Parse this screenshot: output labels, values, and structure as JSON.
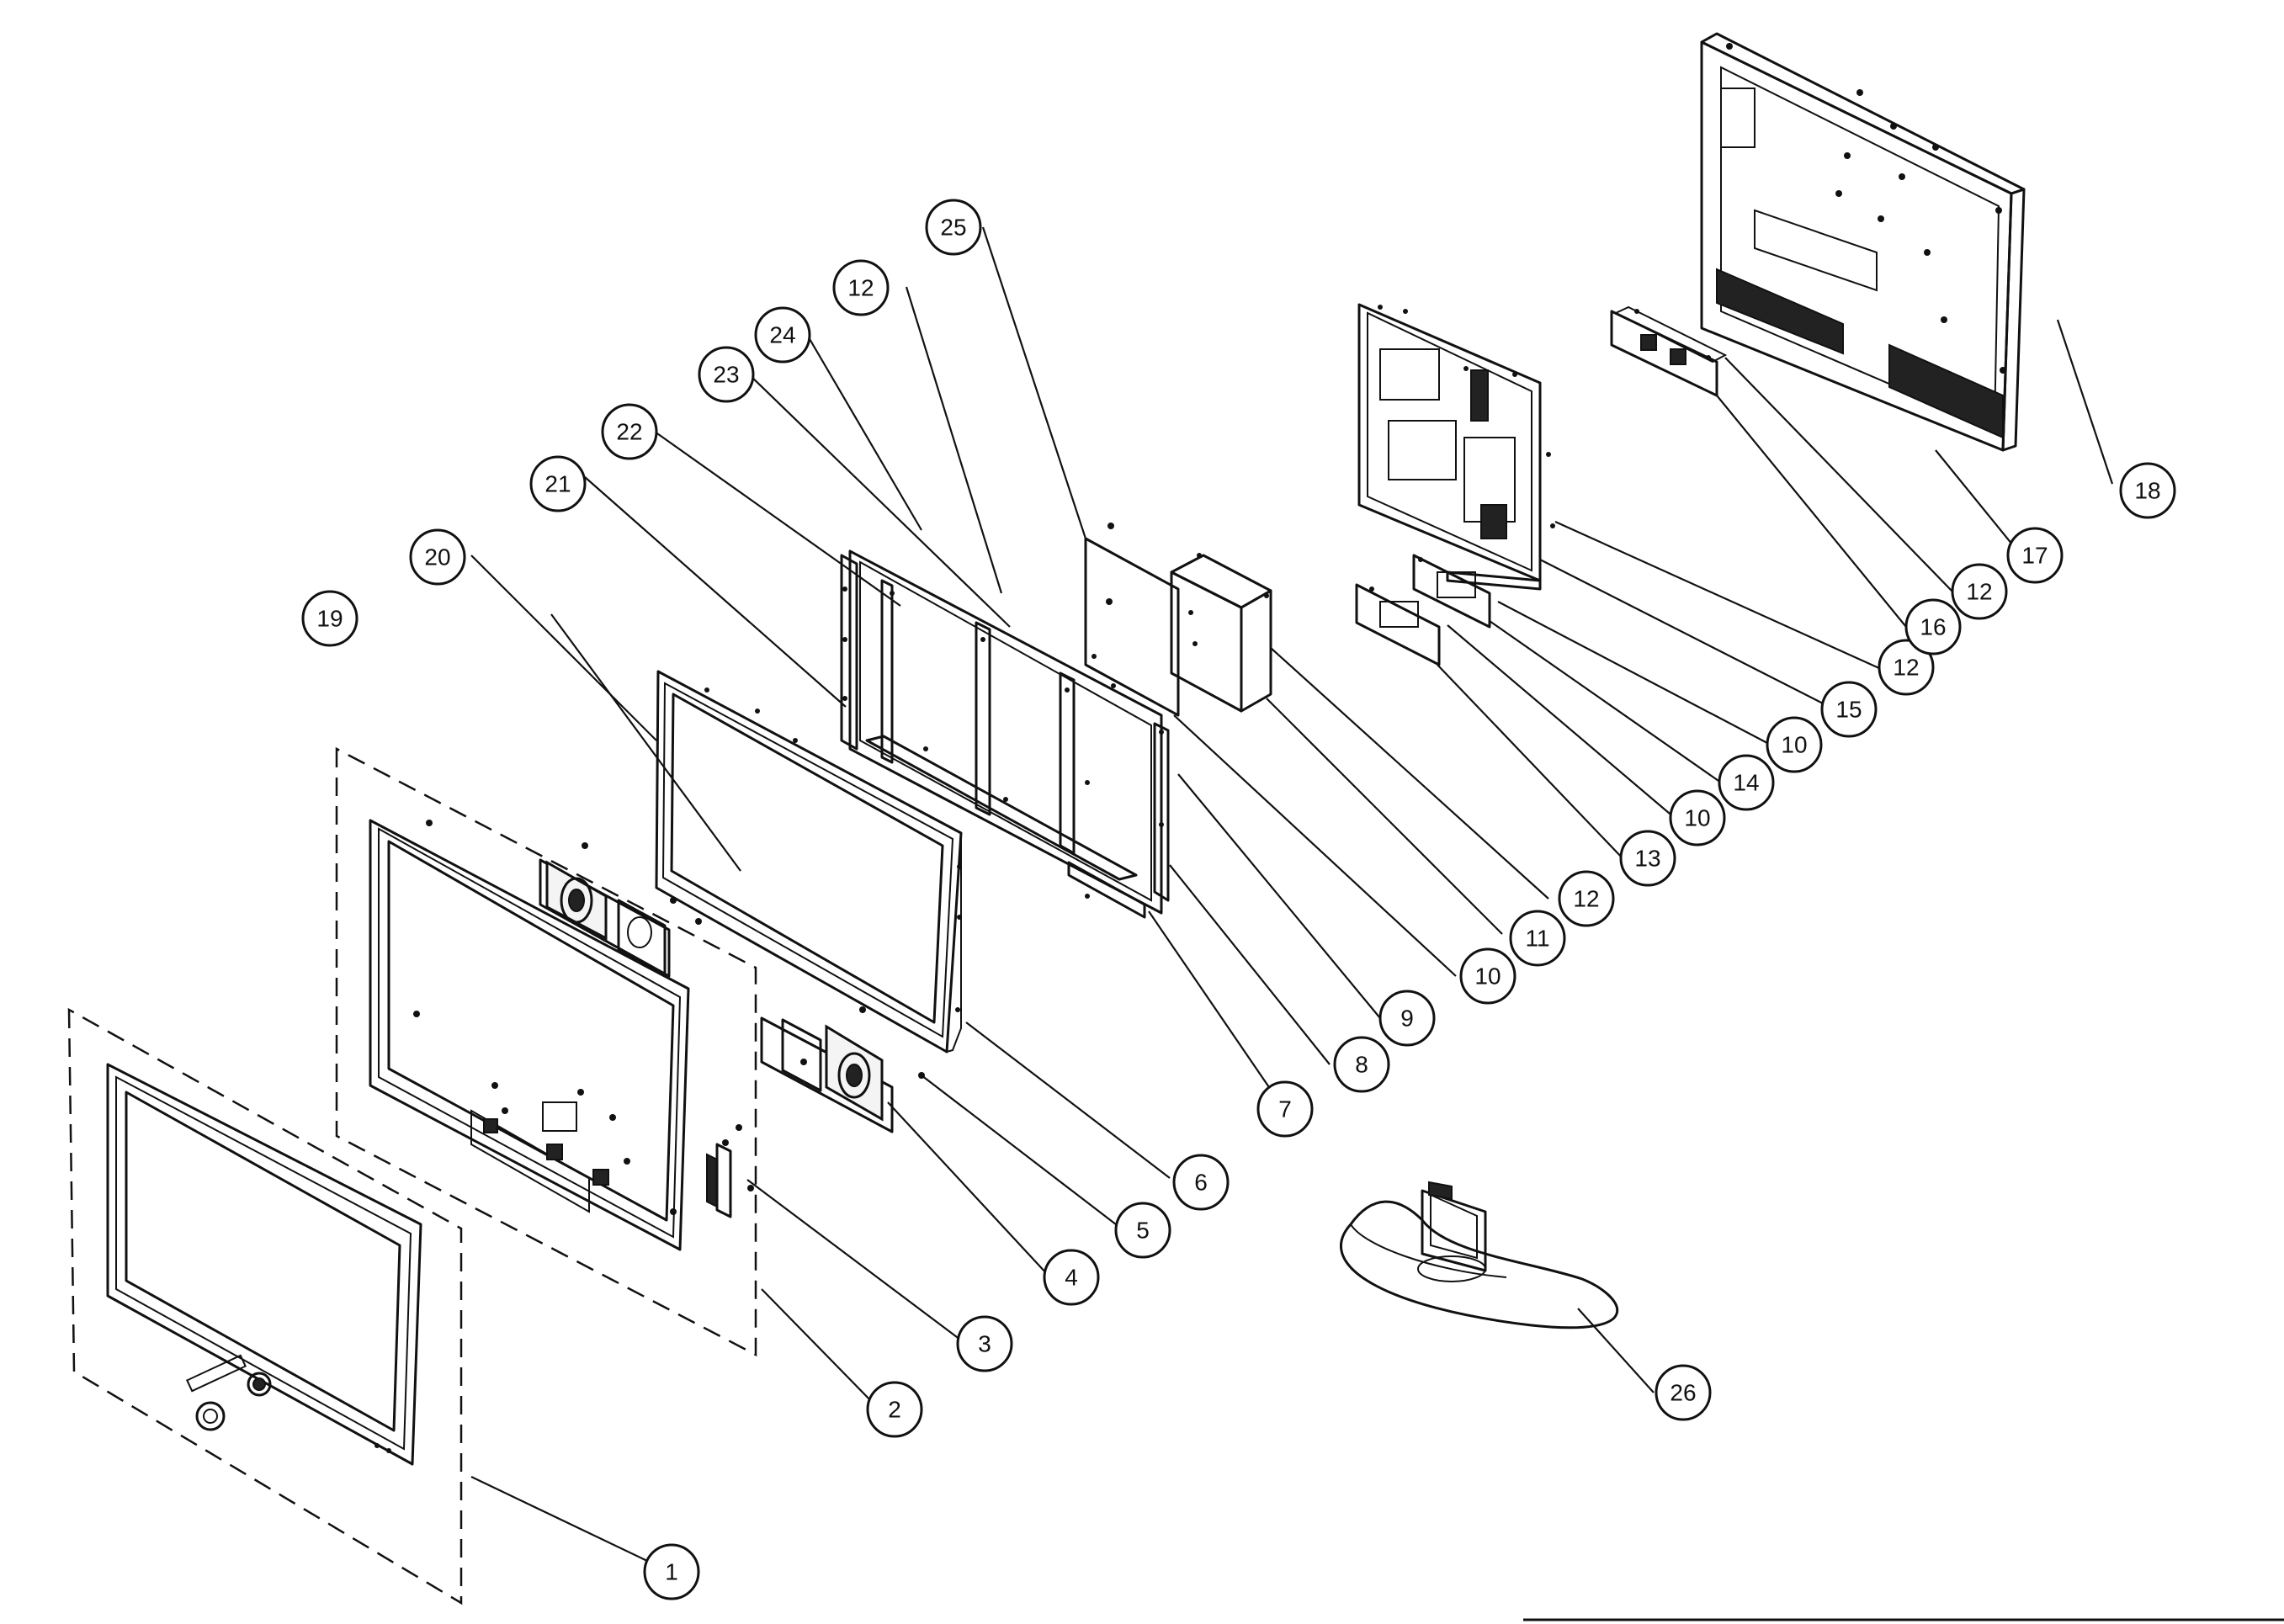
{
  "diagram": {
    "callouts": [
      {
        "id": "c1",
        "label": "1"
      },
      {
        "id": "c2",
        "label": "2"
      },
      {
        "id": "c3",
        "label": "3"
      },
      {
        "id": "c4",
        "label": "4"
      },
      {
        "id": "c5",
        "label": "5"
      },
      {
        "id": "c6",
        "label": "6"
      },
      {
        "id": "c7",
        "label": "7"
      },
      {
        "id": "c8",
        "label": "8"
      },
      {
        "id": "c9",
        "label": "9"
      },
      {
        "id": "c10a",
        "label": "10"
      },
      {
        "id": "c11",
        "label": "11"
      },
      {
        "id": "c12a",
        "label": "12"
      },
      {
        "id": "c13",
        "label": "13"
      },
      {
        "id": "c10b",
        "label": "10"
      },
      {
        "id": "c14",
        "label": "14"
      },
      {
        "id": "c10c",
        "label": "10"
      },
      {
        "id": "c15",
        "label": "15"
      },
      {
        "id": "c12b",
        "label": "12"
      },
      {
        "id": "c16",
        "label": "16"
      },
      {
        "id": "c12c",
        "label": "12"
      },
      {
        "id": "c17",
        "label": "17"
      },
      {
        "id": "c18",
        "label": "18"
      },
      {
        "id": "c19",
        "label": "19"
      },
      {
        "id": "c20",
        "label": "20"
      },
      {
        "id": "c21",
        "label": "21"
      },
      {
        "id": "c22",
        "label": "22"
      },
      {
        "id": "c23",
        "label": "23"
      },
      {
        "id": "c24",
        "label": "24"
      },
      {
        "id": "c12d",
        "label": "12"
      },
      {
        "id": "c25",
        "label": "25"
      },
      {
        "id": "c26",
        "label": "26"
      }
    ]
  }
}
